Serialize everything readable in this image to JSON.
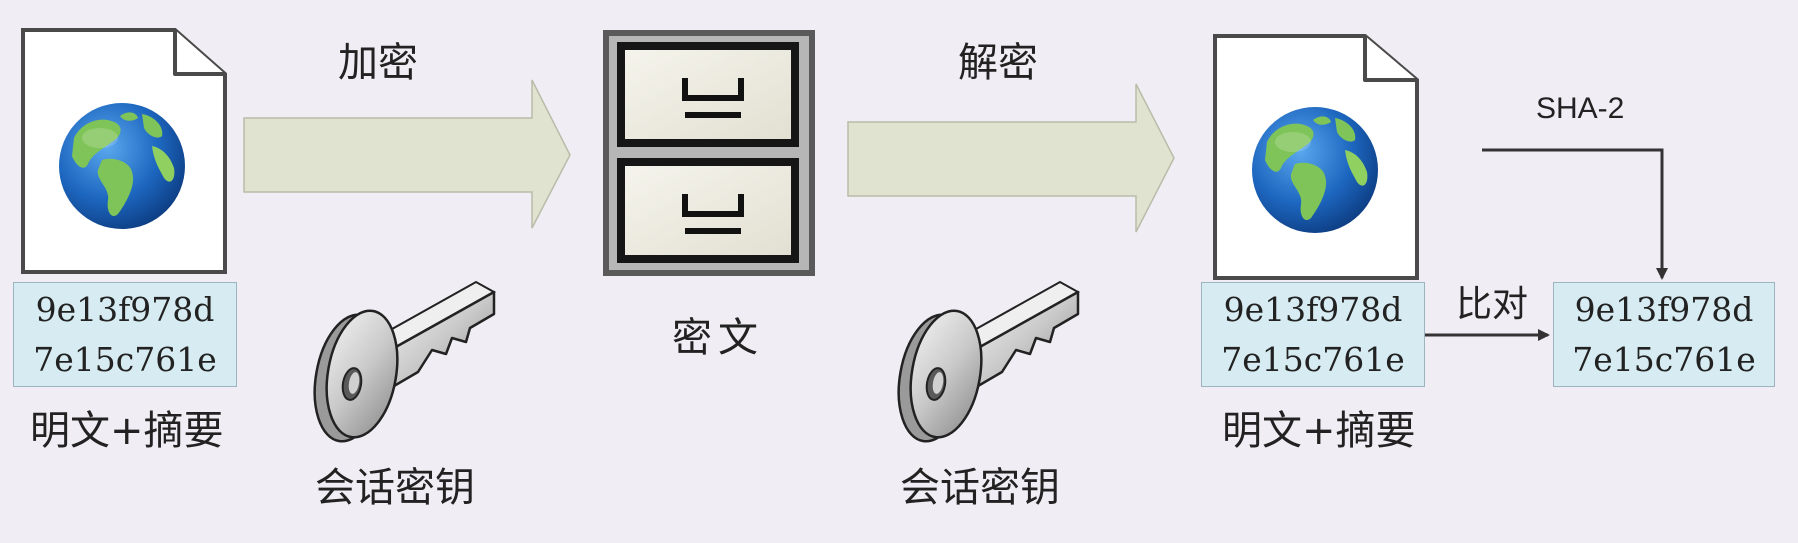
{
  "labels": {
    "encrypt": "加密",
    "decrypt": "解密",
    "ciphertext": "密文",
    "session_key_left": "会话密钥",
    "session_key_right": "会话密钥",
    "plaintext_digest_left": "明文+摘要",
    "plaintext_digest_right": "明文+摘要",
    "compare": "比对",
    "hash_algo": "SHA-2"
  },
  "hashes": {
    "left": [
      "9e13f978d",
      "7e15c761e"
    ],
    "middle": [
      "9e13f978d",
      "7e15c761e"
    ],
    "right": [
      "9e13f978d",
      "7e15c761e"
    ]
  },
  "colors": {
    "background": "#f0eef4",
    "arrow_fill": "#dfe3cf",
    "hash_box": "#d7ebf2",
    "globe_ocean": "#1f6fc4",
    "globe_land": "#7fc458"
  },
  "icons": [
    "document-globe-icon",
    "file-cabinet-icon",
    "key-icon",
    "arrow-icon"
  ]
}
